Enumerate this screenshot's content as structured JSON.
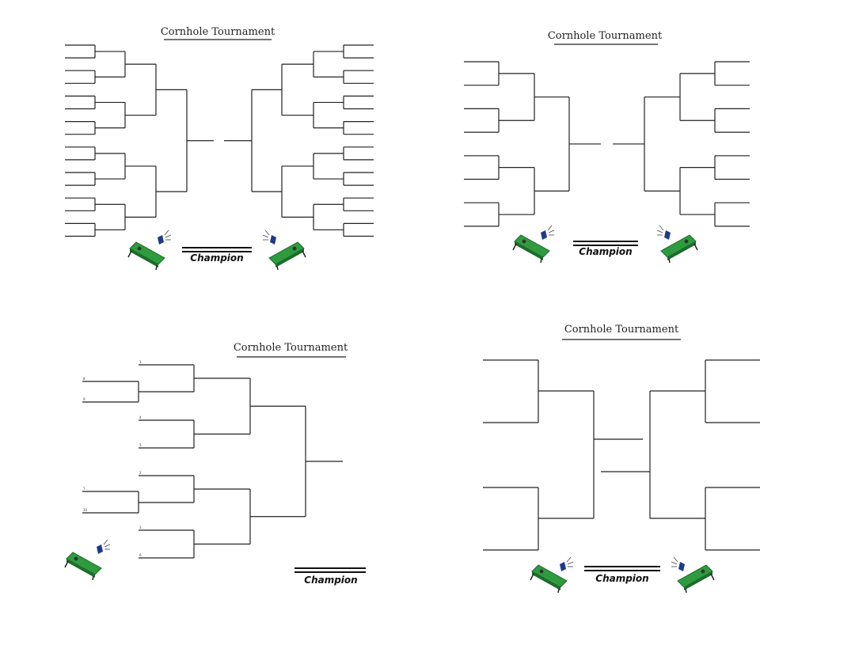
{
  "brackets": [
    {
      "title": "Cornhole Tournament",
      "champion_label": "Champion",
      "teams": 32
    },
    {
      "title": "Cornhole Tournament",
      "champion_label": "Champion",
      "teams": 16
    },
    {
      "title": "Cornhole Tournament",
      "champion_label": "Champion",
      "teams": 10,
      "seeds": [
        "1",
        "8",
        "9",
        "4",
        "5",
        "2",
        "7",
        "10",
        "3",
        "6"
      ]
    },
    {
      "title": "Cornhole Tournament",
      "champion_label": "Champion",
      "teams": 8
    }
  ],
  "colors": {
    "line": "#222222",
    "board": "#2e9b3e",
    "board_dark": "#1e6b2b",
    "bag": "#1d3b8a"
  }
}
